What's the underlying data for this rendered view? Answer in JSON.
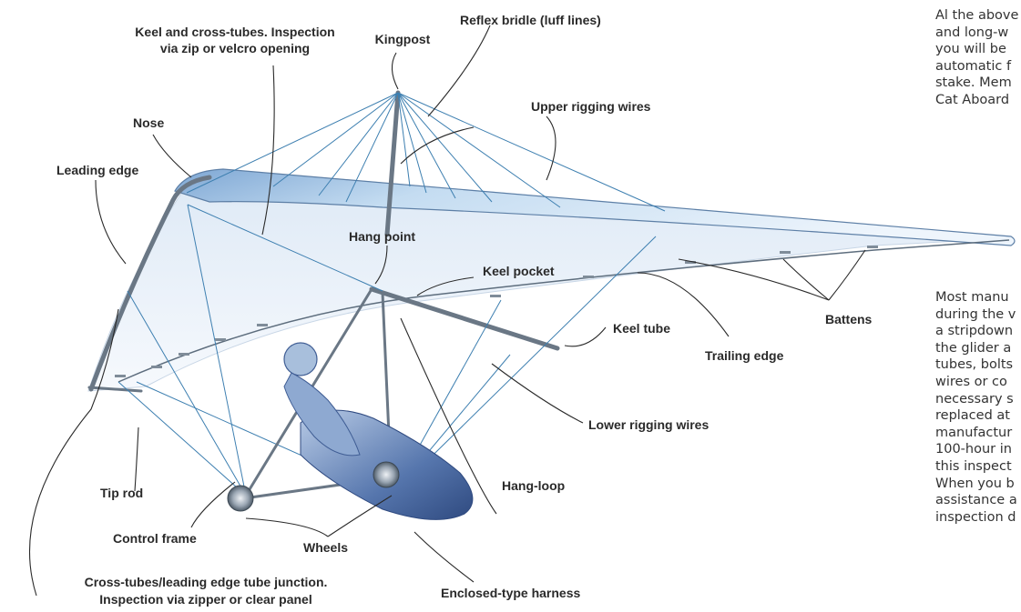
{
  "diagram": {
    "labels": {
      "keel_cross_tubes_1": "Keel and cross-tubes. Inspection",
      "keel_cross_tubes_2": "via zip or velcro opening",
      "kingpost": "Kingpost",
      "reflex_bridle": "Reflex bridle (luff lines)",
      "upper_rigging_wires": "Upper rigging wires",
      "nose": "Nose",
      "leading_edge": "Leading edge",
      "hang_point": "Hang point",
      "keel_pocket": "Keel pocket",
      "keel_tube": "Keel tube",
      "battens": "Battens",
      "trailing_edge": "Trailing edge",
      "lower_rigging_wires": "Lower rigging wires",
      "hang_loop": "Hang-loop",
      "tip_rod": "Tip rod",
      "control_frame": "Control frame",
      "wheels": "Wheels",
      "junction_1": "Cross-tubes/leading edge tube junction.",
      "junction_2": "Inspection via zipper or clear panel",
      "enclosed_harness": "Enclosed-type harness"
    },
    "colors": {
      "sail": "#a9c9ea",
      "wire": "#3d7fb0",
      "frame": "#6a7785",
      "harness": "#3f5d94"
    }
  },
  "side_text": {
    "paragraph1": [
      "Al the above",
      "and long-w",
      "you will be",
      "automatic f",
      "stake. Mem",
      "Cat Aboard"
    ],
    "paragraph2": [
      "Most manu",
      "during the v",
      "a stripdown",
      "the glider a",
      "tubes, bolts",
      "wires or co",
      "necessary s",
      "replaced at",
      "manufactur",
      "100-hour in",
      "this inspect",
      "When you b",
      "assistance a",
      "inspection d"
    ]
  }
}
